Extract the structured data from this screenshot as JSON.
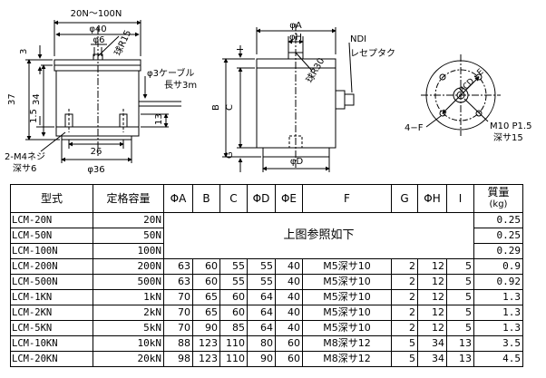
{
  "drawing": {
    "view1": {
      "range_label": "20N～100N",
      "dim_phi40": "φ40",
      "dim_phi6": "φ6",
      "dim_r15": "球R15",
      "dim_3": "3",
      "dim_37": "37",
      "dim_34": "34",
      "dim_1_5": "1.5",
      "dim_13": "13",
      "dim_26": "26",
      "dim_phi36": "φ36",
      "cable_label": "φ3ケーブル",
      "cable_length": "長サ3m",
      "screw_label": "2-M4ネジ",
      "screw_depth": "深サ6"
    },
    "view2": {
      "dim_phiA": "φA",
      "dim_phiH": "φH",
      "dim_I": "I",
      "dim_r30": "球R30",
      "dim_B": "B",
      "dim_C": "C",
      "dim_G": "G",
      "dim_phiD": "φD",
      "ndi_label": "NDI",
      "receptacle_label": "レセプタク"
    },
    "view3": {
      "pcd_label": "PCD・E",
      "holes_label": "4−F",
      "thread_label": "M10 P1.5",
      "thread_depth": "深サ15"
    }
  },
  "table": {
    "headers": {
      "model": "型式",
      "capacity": "定格容量",
      "a": "ΦA",
      "b": "B",
      "c": "C",
      "d": "ΦD",
      "e": "ΦE",
      "f": "F",
      "g": "G",
      "h": "ΦH",
      "i": "I",
      "weight": "質量",
      "weight_unit": "(kg)"
    },
    "reference_note": "上图参照如下",
    "rows": [
      {
        "model": "LCM-20N",
        "capacity": "20N",
        "a": "",
        "b": "",
        "c": "",
        "d": "",
        "e": "",
        "f": "",
        "g": "",
        "h": "",
        "i": "",
        "weight": "0.25"
      },
      {
        "model": "LCM-50N",
        "capacity": "50N",
        "a": "",
        "b": "",
        "c": "",
        "d": "",
        "e": "",
        "f": "",
        "g": "",
        "h": "",
        "i": "",
        "weight": "0.25"
      },
      {
        "model": "LCM-100N",
        "capacity": "100N",
        "a": "",
        "b": "",
        "c": "",
        "d": "",
        "e": "",
        "f": "",
        "g": "",
        "h": "",
        "i": "",
        "weight": "0.29"
      },
      {
        "model": "LCM-200N",
        "capacity": "200N",
        "a": "63",
        "b": "60",
        "c": "55",
        "d": "55",
        "e": "40",
        "f": "M5深サ10",
        "g": "2",
        "h": "12",
        "i": "5",
        "weight": "0.9"
      },
      {
        "model": "LCM-500N",
        "capacity": "500N",
        "a": "63",
        "b": "60",
        "c": "55",
        "d": "55",
        "e": "40",
        "f": "M5深サ10",
        "g": "2",
        "h": "12",
        "i": "5",
        "weight": "0.92"
      },
      {
        "model": "LCM-1KN",
        "capacity": "1kN",
        "a": "70",
        "b": "65",
        "c": "60",
        "d": "64",
        "e": "40",
        "f": "M5深サ10",
        "g": "2",
        "h": "12",
        "i": "5",
        "weight": "1.3"
      },
      {
        "model": "LCM-2KN",
        "capacity": "2kN",
        "a": "70",
        "b": "65",
        "c": "60",
        "d": "64",
        "e": "40",
        "f": "M5深サ10",
        "g": "2",
        "h": "12",
        "i": "5",
        "weight": "1.3"
      },
      {
        "model": "LCM-5KN",
        "capacity": "5kN",
        "a": "70",
        "b": "90",
        "c": "85",
        "d": "64",
        "e": "40",
        "f": "M5深サ10",
        "g": "2",
        "h": "12",
        "i": "5",
        "weight": "1.3"
      },
      {
        "model": "LCM-10KN",
        "capacity": "10kN",
        "a": "88",
        "b": "123",
        "c": "110",
        "d": "80",
        "e": "60",
        "f": "M8深サ12",
        "g": "5",
        "h": "34",
        "i": "13",
        "weight": "3.5"
      },
      {
        "model": "LCM-20KN",
        "capacity": "20kN",
        "a": "98",
        "b": "123",
        "c": "110",
        "d": "90",
        "e": "60",
        "f": "M8深サ12",
        "g": "5",
        "h": "34",
        "i": "13",
        "weight": "4.5"
      }
    ]
  }
}
